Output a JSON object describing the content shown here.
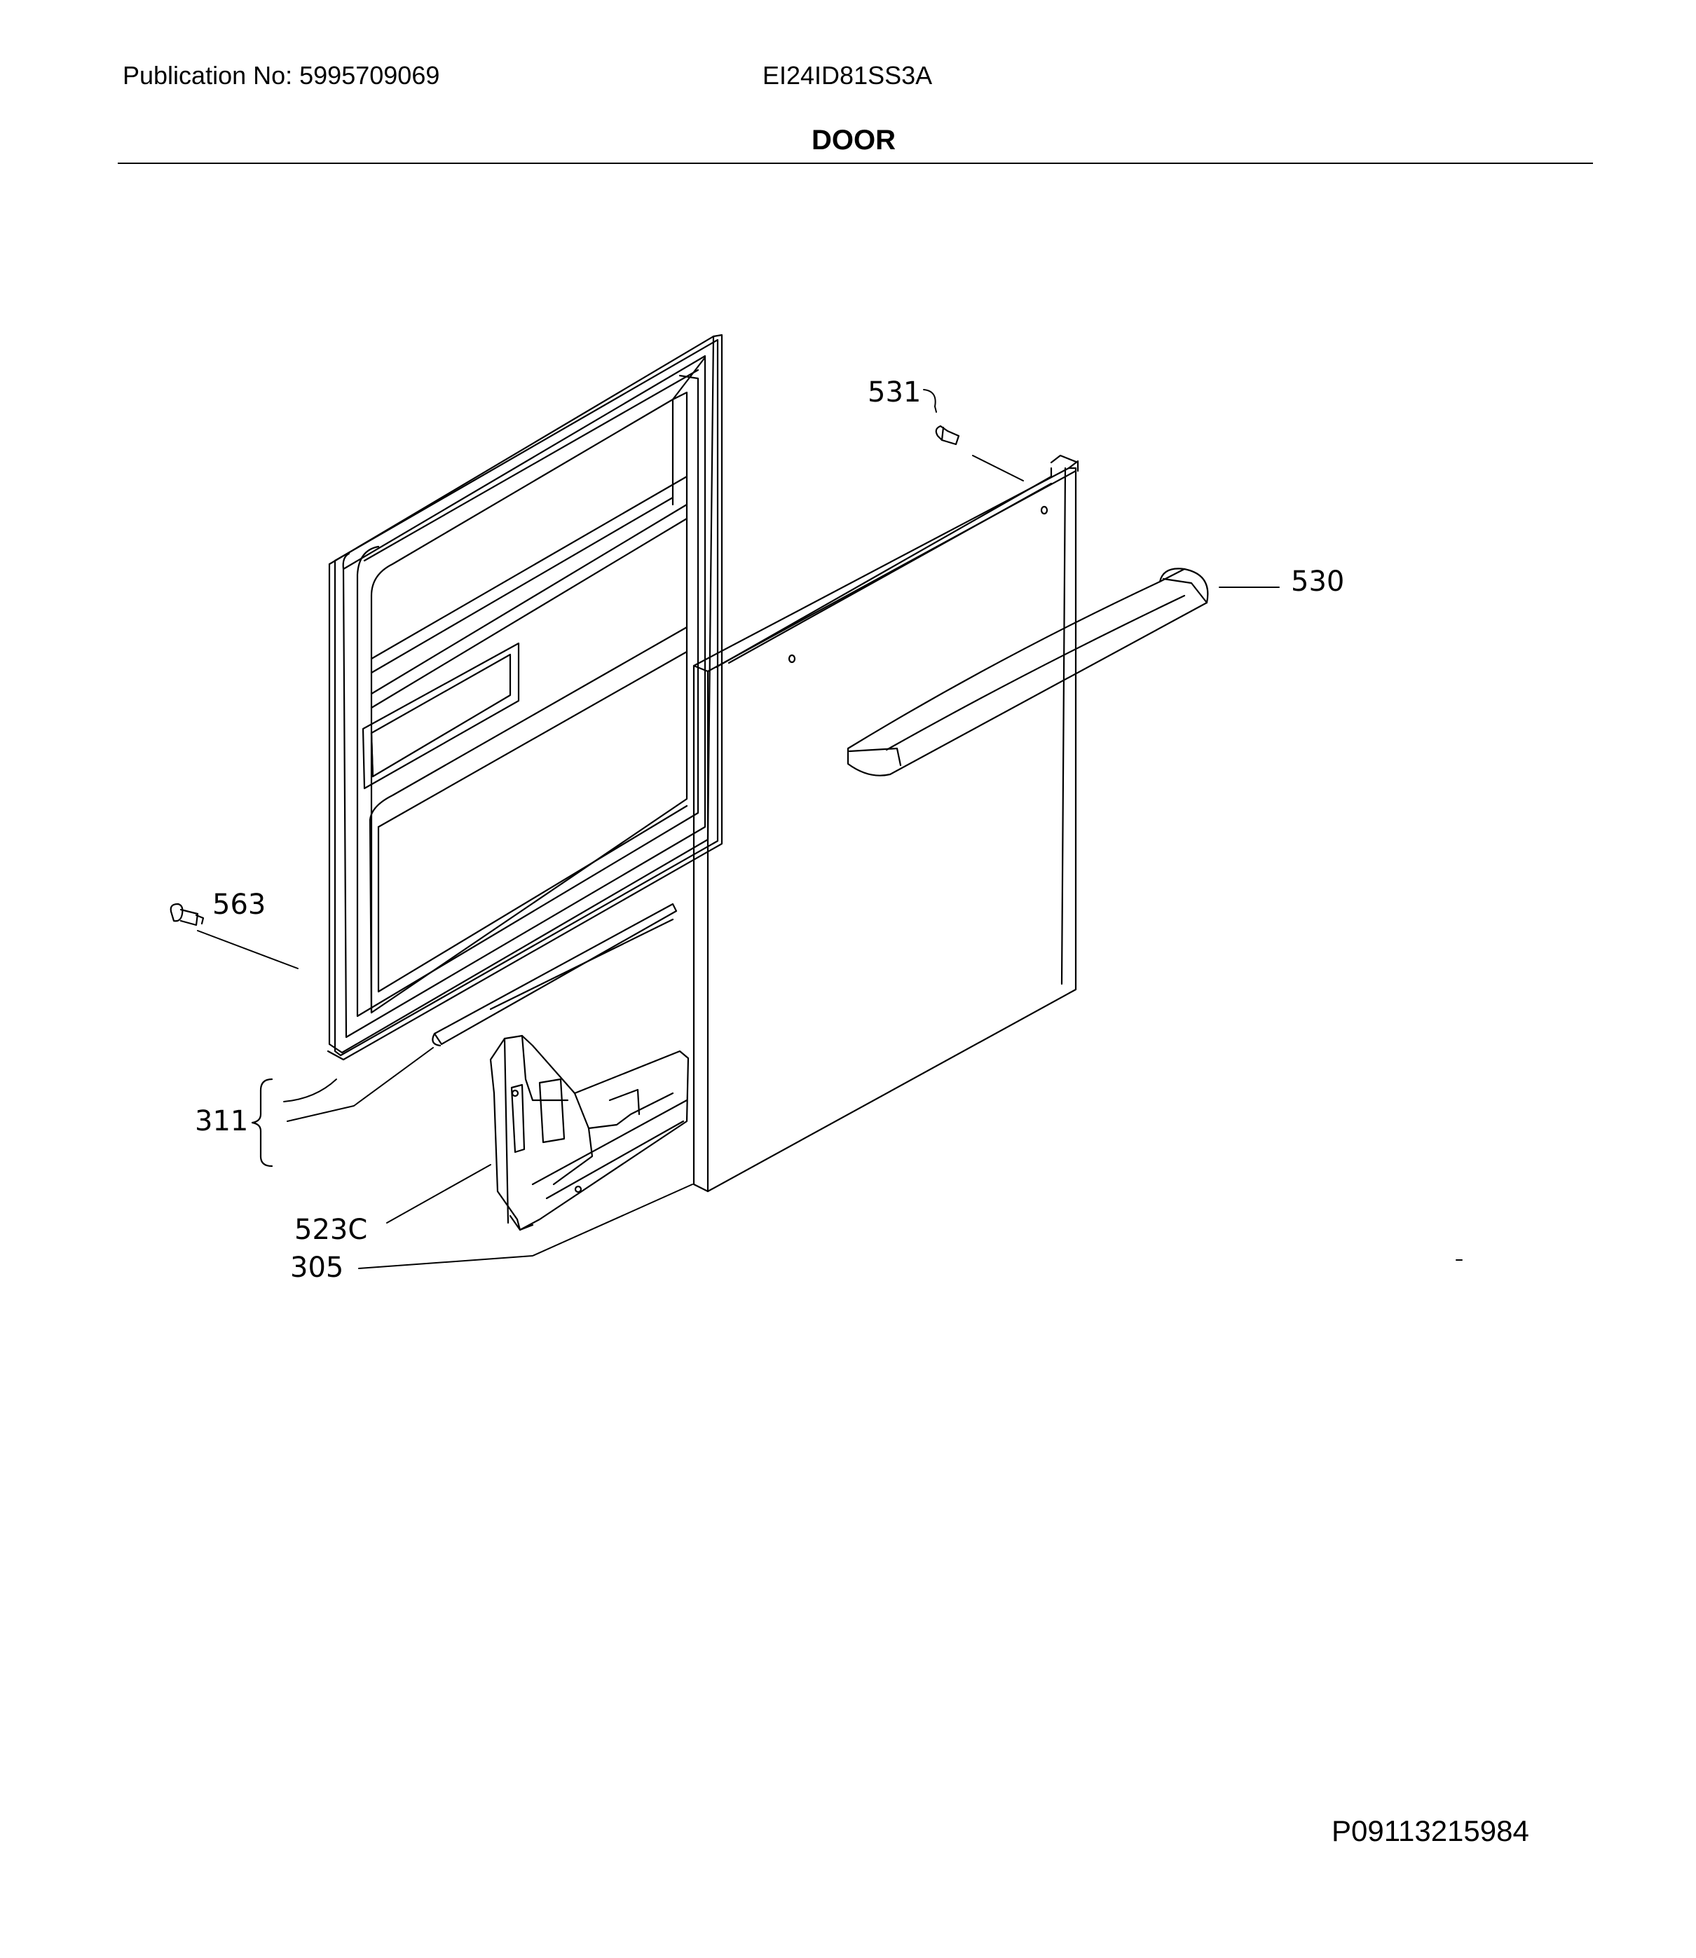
{
  "header": {
    "publication": "Publication No: 5995709069",
    "model": "EI24ID81SS3A",
    "section_title": "DOOR"
  },
  "callouts": {
    "c531": "531",
    "c530": "530",
    "c563": "563",
    "c311": "311",
    "c523C": "523C",
    "c305": "305"
  },
  "footer": {
    "code": "P09113215984"
  }
}
